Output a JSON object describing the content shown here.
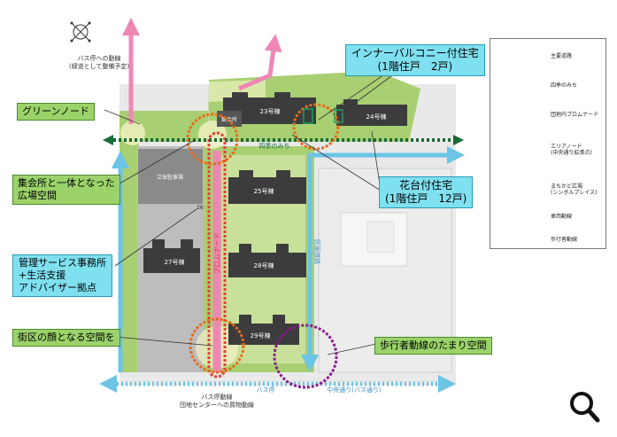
{
  "callouts": {
    "bus_route_top": "バス停への動線",
    "bus_route_top_sub": "(緑道として整備予定)",
    "green_node": "グリーンノード",
    "plaza_line1": "集会所と一体となった",
    "plaza_line2": "広場空間",
    "management_line1": "管理サービス事務所",
    "management_line2": "+生活支援",
    "management_line3": "アドバイザー拠点",
    "district_gate": "街区の顔となる空間を",
    "pedestrian_pool": "歩行者動線のたまり空間",
    "inner_balcony_line1": "インナーバルコニー付住宅",
    "inner_balcony_line2": "(1階住戸　2戸)",
    "flower_bed_line1": "花台付住宅",
    "flower_bed_line2": "(1階住戸　12戸)",
    "bus_bottom_line1": "バス停動線",
    "bus_bottom_line2": "団地センターへの買物動線"
  },
  "map_labels": {
    "bldg_23": "23号棟",
    "bldg_24": "24号棟",
    "bldg_25": "25号棟",
    "bldg_26": "26",
    "bldg_27": "27号棟",
    "bldg_28": "28号棟",
    "bldg_29": "29号棟",
    "meeting_hall": "集会所",
    "parking": "立体駐車場",
    "four_seasons_path": "四季のみち",
    "promenade": "プロムナード",
    "bus_stop": "バス停",
    "central_street": "中央通り(バス通り)",
    "side_road": "区画道路"
  },
  "legend": {
    "items": [
      {
        "label": "主要道路",
        "symbol": "blue-dotted-double-arrow"
      },
      {
        "label": "四季のみち",
        "symbol": "green-dotted-double-arrow"
      },
      {
        "label": "団地内プロムナード",
        "symbol": "red-dotted-capsule"
      },
      {
        "label": "エリアノード",
        "sublabel": "(中央通り拡張点)",
        "symbol": "purple-dotted-circle"
      },
      {
        "label": "まちかど広場",
        "sublabel": "(シンボルプレイス)",
        "symbol": "orange-dotted-circle"
      },
      {
        "label": "車両動線",
        "symbol": "light-blue-double-arrow"
      },
      {
        "label": "歩行者動線",
        "symbol": "pink-double-arrow"
      }
    ]
  },
  "colors": {
    "green_area": "#a8cf72",
    "light_green": "#d8e8a8",
    "road_gray": "#dcdcdc",
    "building": "#3c3c3c",
    "parking_gray": "#8a8a8a",
    "cyan_arrow": "#6cc4e6",
    "pink_arrow": "#ef87b4",
    "green_path": "#1a6a3a",
    "red_promenade": "#e0403c",
    "orange_node": "#e86a1a",
    "purple_node": "#8a1a8a"
  },
  "icons": {
    "compass": "compass-icon",
    "search": "magnifier-icon"
  }
}
